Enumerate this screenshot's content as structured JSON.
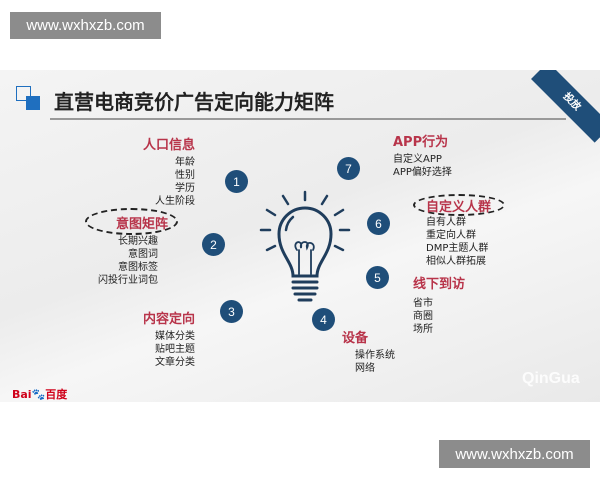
{
  "watermark": {
    "top": "www.wxhxzb.com",
    "bottom": "www.wxhxzb.com"
  },
  "slide": {
    "title": "直营电商竞价广告定向能力矩阵",
    "corner_tag": "投放",
    "accent": "#1f6fbf",
    "category_color": "#b8344a",
    "circle_color": "#1f4e79",
    "groups": [
      {
        "num": "1",
        "title": "人口信息",
        "items": [
          "年龄",
          "性别",
          "学历",
          "人生阶段"
        ]
      },
      {
        "num": "2",
        "title": "意图矩阵",
        "items": [
          "长期兴趣",
          "意图词",
          "意图标签",
          "闪投行业词包"
        ]
      },
      {
        "num": "3",
        "title": "内容定向",
        "items": [
          "媒体分类",
          "贴吧主题",
          "文章分类"
        ]
      },
      {
        "num": "4",
        "title": "设备",
        "items": [
          "操作系统",
          "网络"
        ]
      },
      {
        "num": "5",
        "title": "线下到访",
        "items": [
          "省市",
          "商圈",
          "场所"
        ]
      },
      {
        "num": "6",
        "title": "自定义人群",
        "items": [
          "自有人群",
          "重定向人群",
          "DMP主题人群",
          "相似人群拓展"
        ]
      },
      {
        "num": "7",
        "title": "APP行为",
        "items": [
          "自定义APP",
          "APP偏好选择"
        ]
      }
    ],
    "logos": {
      "left": "Bai百度",
      "right": "QinGua"
    }
  }
}
